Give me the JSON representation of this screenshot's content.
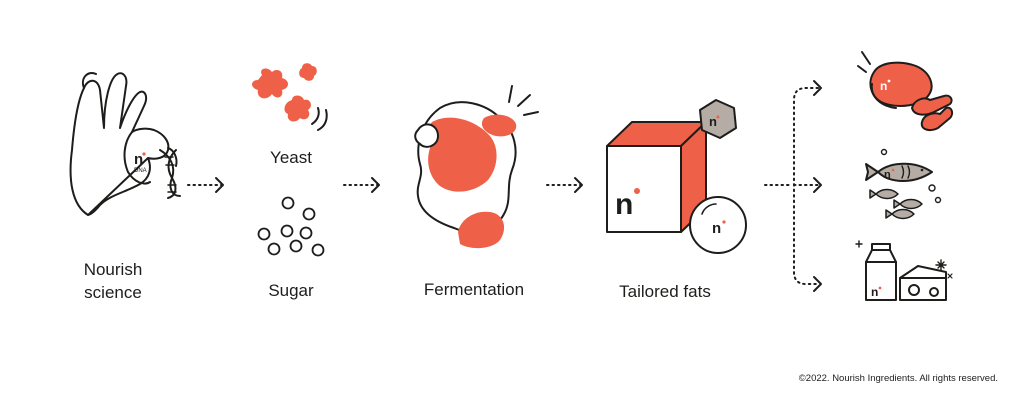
{
  "colors": {
    "accent": "#ee6148",
    "ink": "#1d1d1b",
    "muted_fill": "#b5aca6",
    "background": "#ffffff"
  },
  "brand_mark": "n",
  "labels": {
    "nourish_science_line1": "Nourish",
    "nourish_science_line2": "science",
    "yeast": "Yeast",
    "sugar": "Sugar",
    "fermentation": "Fermentation",
    "tailored_fats": "Tailored fats"
  },
  "hand_badge": "DNA",
  "copyright": "©2022. Nourish Ingredients. All rights reserved.",
  "icons": {
    "hand": "hand-holding-dna-icon",
    "yeast": "yeast-cells-icon",
    "sugar": "sugar-granules-icon",
    "fermentation": "fermentation-blob-icon",
    "fats": "fat-cube-icon",
    "meat": "meat-steak-sausage-icon",
    "fish": "fish-icon",
    "dairy": "milk-cheese-icon"
  }
}
